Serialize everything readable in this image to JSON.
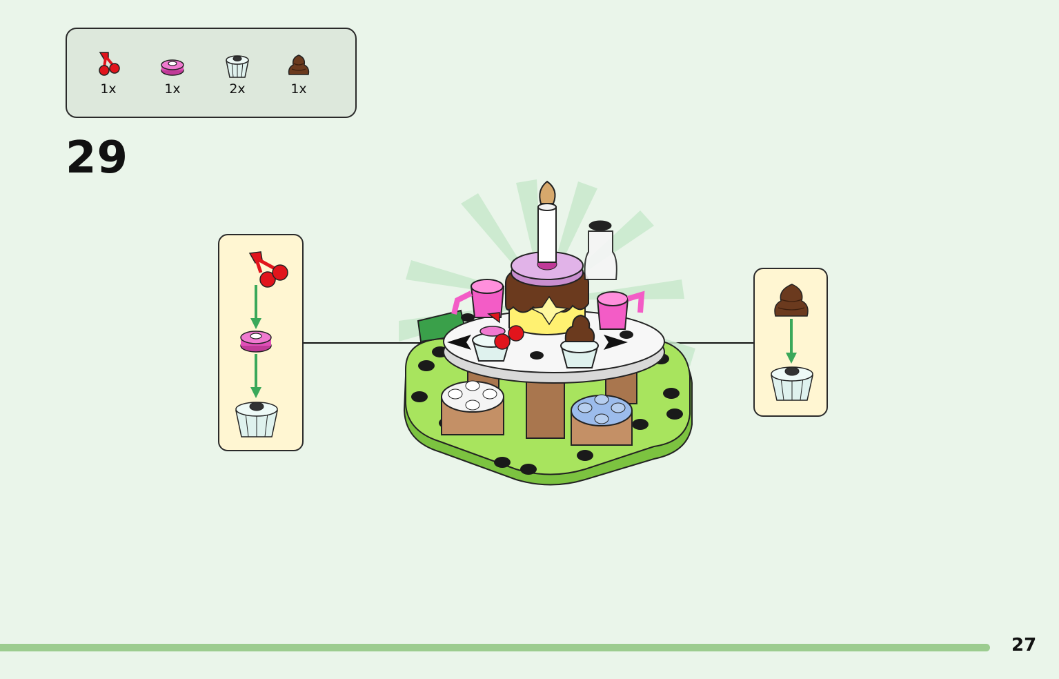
{
  "parts": [
    {
      "icon": "red-cherry-icon",
      "qty": "1x"
    },
    {
      "icon": "pink-round-plate-icon",
      "qty": "1x"
    },
    {
      "icon": "light-aqua-cupcake-liner-icon",
      "qty": "2x"
    },
    {
      "icon": "brown-cream-swirl-icon",
      "qty": "1x"
    }
  ],
  "step": {
    "number": "29"
  },
  "page": {
    "number": "27"
  },
  "colors": {
    "background": "#eaf5ea",
    "parts_box": "#dde8dc",
    "callout": "#fff6d2",
    "assembly_arrow": "#3aa85a",
    "footer_bar": "#9ccc8f",
    "lime_base": "#9ee05a",
    "cherry_red": "#e1141c",
    "plate_pink": "#e04fb8",
    "cupcake_liner": "#dff2ee",
    "cream_brown": "#6b3a1e"
  }
}
